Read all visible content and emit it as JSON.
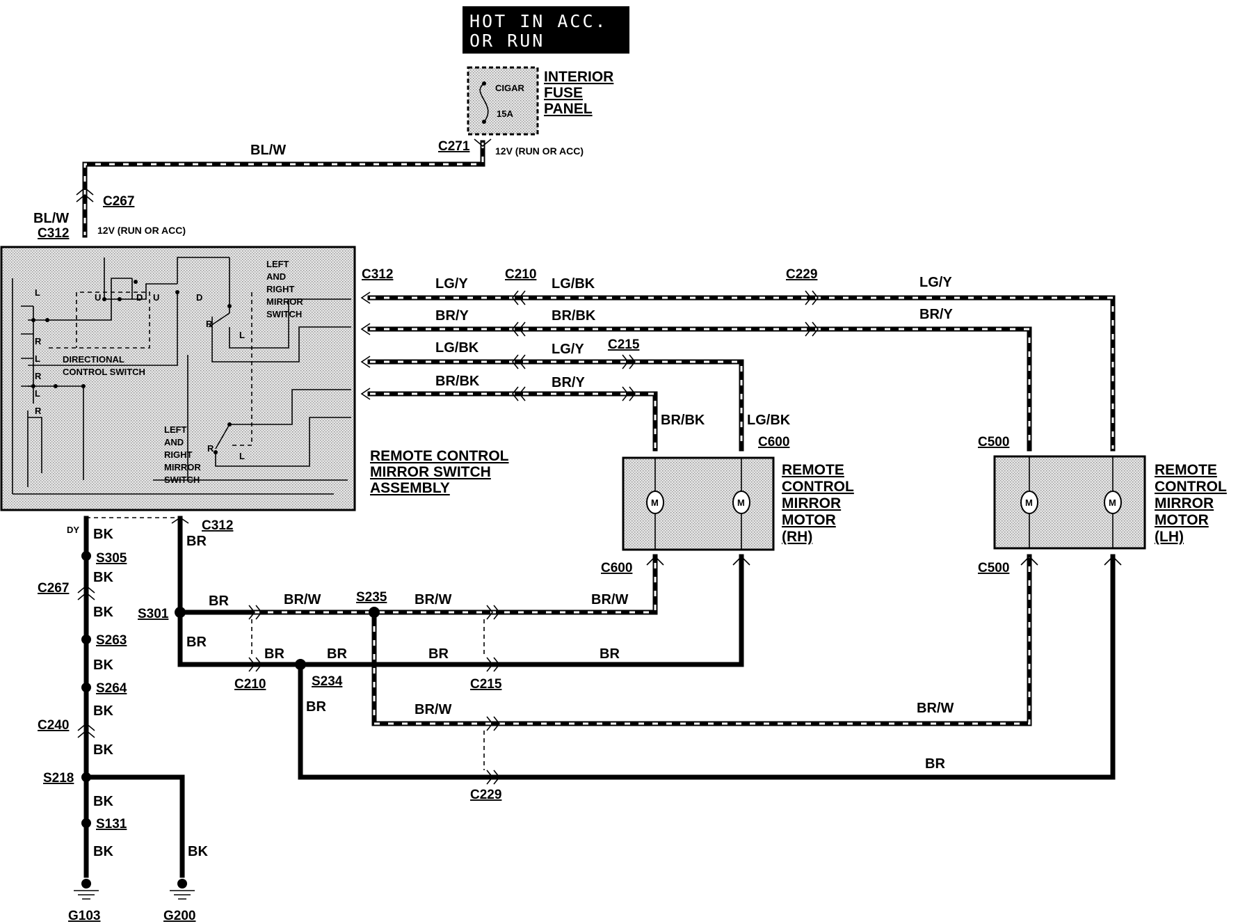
{
  "banner": {
    "line1": "HOT IN ACC.",
    "line2": "OR RUN"
  },
  "fuse_panel": {
    "fuse_name": "CIGAR",
    "fuse_rating": "15A",
    "title": [
      "INTERIOR",
      "FUSE",
      "PANEL"
    ]
  },
  "feed": {
    "voltage_top": "12V (RUN OR ACC)",
    "voltage_switch": "12V (RUN OR ACC)",
    "wire_top": "BL/W",
    "wire_left": "BL/W"
  },
  "switch_assembly": {
    "title": [
      "REMOTE CONTROL",
      "MIRROR SWITCH",
      "ASSEMBLY"
    ],
    "directional_label": [
      "DIRECTIONAL",
      "CONTROL SWITCH"
    ],
    "lr_switch_upper": [
      "LEFT",
      "AND",
      "RIGHT",
      "MIRROR",
      "SWITCH"
    ],
    "lr_switch_lower": [
      "LEFT",
      "AND",
      "RIGHT",
      "MIRROR",
      "SWITCH"
    ],
    "pins": [
      "L",
      "R",
      "L",
      "R",
      "L",
      "R",
      "U",
      "D",
      "U",
      "D",
      "R",
      "L",
      "R",
      "L"
    ]
  },
  "wires": {
    "row1": [
      "LG/Y",
      "LG/BK",
      "LG/Y"
    ],
    "row2": [
      "BR/Y",
      "BR/BK",
      "BR/Y"
    ],
    "row3": [
      "LG/BK",
      "LG/Y"
    ],
    "row4": [
      "BR/BK",
      "BR/Y"
    ],
    "rh_drops": [
      "BR/BK",
      "LG/BK"
    ],
    "ground_left": [
      "DY",
      "BK",
      "BK",
      "BK",
      "BK",
      "BK",
      "BK",
      "BK",
      "BK"
    ],
    "ground_right": "BK",
    "br": [
      "BR",
      "BR",
      "BR",
      "BR",
      "BR",
      "BR",
      "BR",
      "BR"
    ],
    "brw": [
      "BR/W",
      "BR/W",
      "BR/W",
      "BR/W",
      "BR/W"
    ]
  },
  "connectors": {
    "c271": "C271",
    "c267_top": "C267",
    "c312_top": "C312",
    "c312_right": "C312",
    "c210_top": "C210",
    "c229_top": "C229",
    "c215_top": "C215",
    "c600_top": "C600",
    "c500_top": "C500",
    "c312_bottom": "C312",
    "c600_bottom": "C600",
    "c500_bottom": "C500",
    "c267_left": "C267",
    "c240": "C240",
    "c210_bottom": "C210",
    "c215_bottom": "C215",
    "c229_bottom": "C229"
  },
  "splices": {
    "s305": "S305",
    "s263": "S263",
    "s264": "S264",
    "s218": "S218",
    "s131": "S131",
    "s301": "S301",
    "s235": "S235",
    "s234": "S234"
  },
  "motors": {
    "rh_title": [
      "REMOTE",
      "CONTROL",
      "MIRROR",
      "MOTOR",
      "(RH)"
    ],
    "lh_title": [
      "REMOTE",
      "CONTROL",
      "MIRROR",
      "MOTOR",
      "(LH)"
    ],
    "symbol": "M"
  },
  "grounds": {
    "g103": "G103",
    "g200": "G200"
  }
}
